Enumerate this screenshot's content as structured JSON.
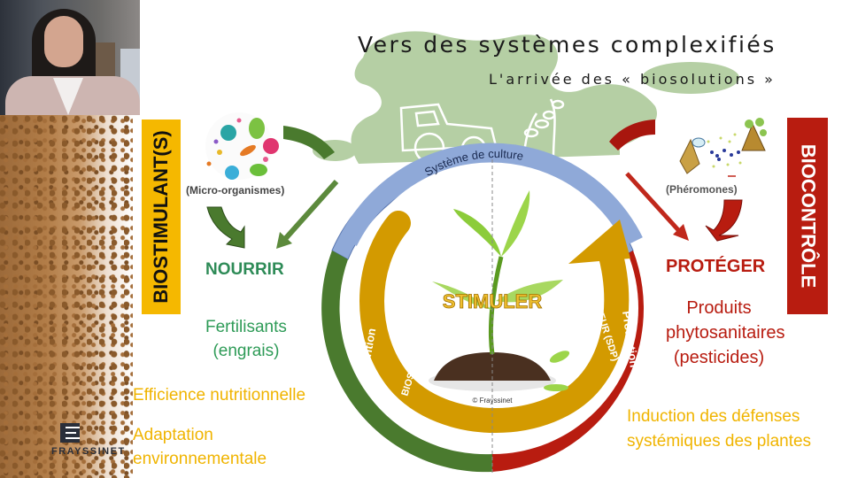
{
  "slide": {
    "title": "Vers des systèmes complexifiés",
    "subtitle": "L'arrivée des « biosolutions »",
    "colors": {
      "green_dark": "#4a7a2e",
      "green_text": "#2e9b57",
      "red": "#b81c10",
      "yellow": "#f5b800",
      "gold_arrow": "#d39a00",
      "blue_ring": "#8fa9d8",
      "sage_blob": "#b5cfa4"
    }
  },
  "webcam": {
    "participant": "presenter-video"
  },
  "left": {
    "banner": "BIOSTIMULANT(S)",
    "image_caption": "(Micro-organismes)",
    "action": "NOURRIR",
    "product_line1": "Fertilisants",
    "product_line2": "(engrais)",
    "benefit1": "Efficience nutritionnelle",
    "benefit2_line1": "Adaptation",
    "benefit2_line2": "environnementale"
  },
  "right": {
    "banner": "BIOCONTRÔLE",
    "image_caption": "(Phéromones)",
    "action": "PROTÉGER",
    "product_line1": "Produits",
    "product_line2": "phytosanitaires",
    "product_line3": "(pesticides)",
    "benefit_line1": "Induction des défenses",
    "benefit_line2": "systémiques des plantes"
  },
  "center": {
    "ring_top": "Système de culture",
    "ring_left": "Nutrition",
    "ring_right": "Protection",
    "arrow_left": "BIOSTIMULANT",
    "arrow_right": "ELICITEUR (SDP)",
    "center_label": "STIMULER",
    "copyright": "© Frayssinet"
  },
  "brand": {
    "name": "FRAYSSINET"
  }
}
